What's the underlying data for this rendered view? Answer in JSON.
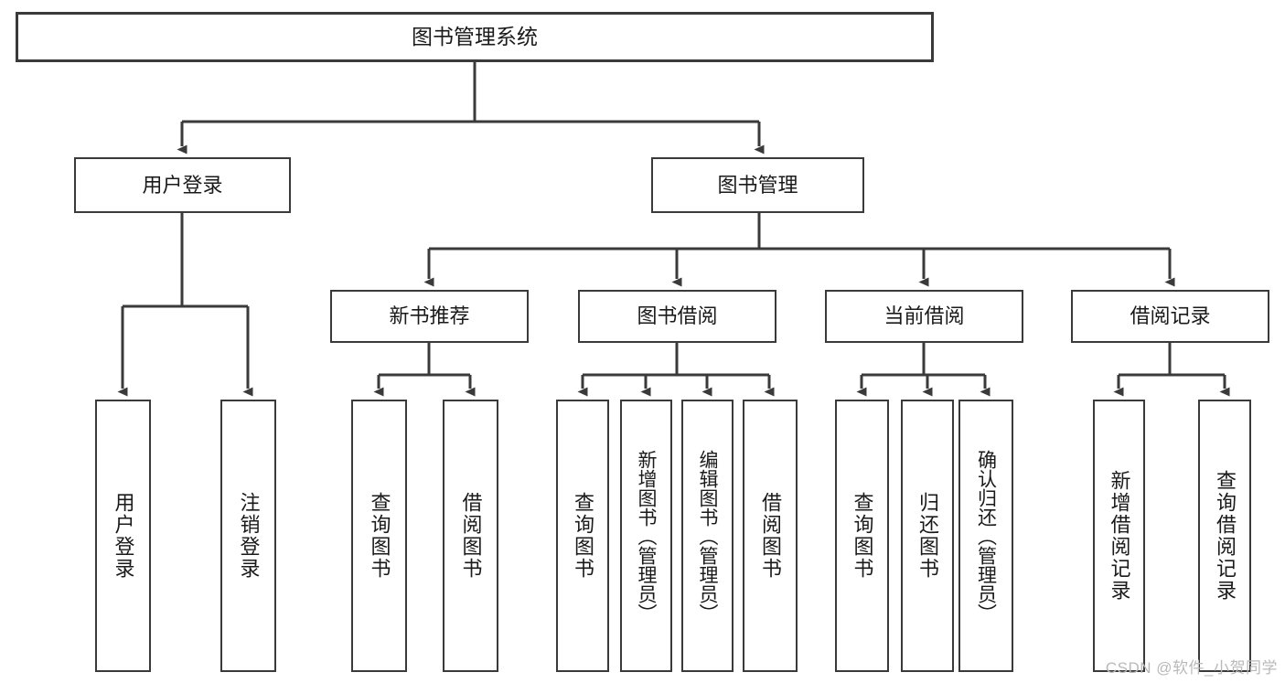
{
  "diagram": {
    "title": "图书管理系统",
    "watermark": "CSDN @软件_小贺同学",
    "line_color": "#3a3a3a",
    "box_fill": "#ffffff",
    "text_color": "#1a1a1a",
    "root": {
      "label": "图书管理系统"
    },
    "level1": [
      {
        "label": "用户登录"
      },
      {
        "label": "图书管理"
      }
    ],
    "level2": [
      {
        "label": "新书推荐"
      },
      {
        "label": "图书借阅"
      },
      {
        "label": "当前借阅"
      },
      {
        "label": "借阅记录"
      }
    ],
    "leaves": {
      "user_login": [
        {
          "label": "用户登录"
        },
        {
          "label": "注销登录"
        }
      ],
      "new_book_recommend": [
        {
          "label": "查询图书"
        },
        {
          "label": "借阅图书"
        }
      ],
      "book_borrow": [
        {
          "label": "查询图书"
        },
        {
          "label": "新增图书（管理员）"
        },
        {
          "label": "编辑图书（管理员）"
        },
        {
          "label": "借阅图书"
        }
      ],
      "current_borrow": [
        {
          "label": "查询图书"
        },
        {
          "label": "归还图书"
        },
        {
          "label": "确认归还（管理员）"
        }
      ],
      "borrow_record": [
        {
          "label": "新增借阅记录"
        },
        {
          "label": "查询借阅记录"
        }
      ]
    }
  }
}
